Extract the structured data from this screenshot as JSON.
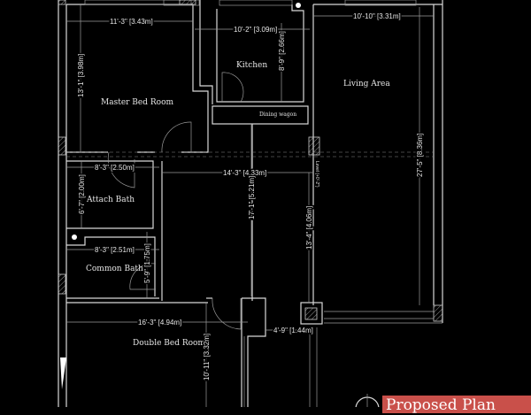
{
  "rooms": {
    "master_bed": "Master Bed Room",
    "kitchen": "Kitchen",
    "living": "Living Area",
    "dining": "Dining wagon",
    "attach_bath": "Attach Bath",
    "common_bath": "Common Bath",
    "double_bed": "Double Bed Room"
  },
  "dimensions": {
    "master_w": "11'-3\" [3.43m]",
    "master_h": "13'-1\" [3.98m]",
    "kitchen_w": "10'-2\" [3.09m]",
    "kitchen_h": "8'-9\" [2.66m]",
    "living_w": "10'-10\" [3.31m]",
    "living_h": "27'-5\" [8.36m]",
    "attach_w": "8'-3\" [2.50m]",
    "attach_h": "6'-7\" [2.00m]",
    "passage_w": "14'-3\" [4.33m]",
    "passage_h": "17'-1\" [5.21m]",
    "living_lower_h": "13'-4\" [4.06m]",
    "common_w": "8'-3\" [2.51m]",
    "common_h": "5'-9\" [1.75m]",
    "double_w": "16'-3\" [4.94m]",
    "double_h": "10'-11\" [3.32m]",
    "entry_w": "4'-9\" [1.44m]"
  },
  "level_note": "Level (+0'-2\")",
  "title": "Proposed Plan",
  "colors": {
    "background": "#000000",
    "lines": "#d8d8d8",
    "title_bg": "#c9504a"
  }
}
